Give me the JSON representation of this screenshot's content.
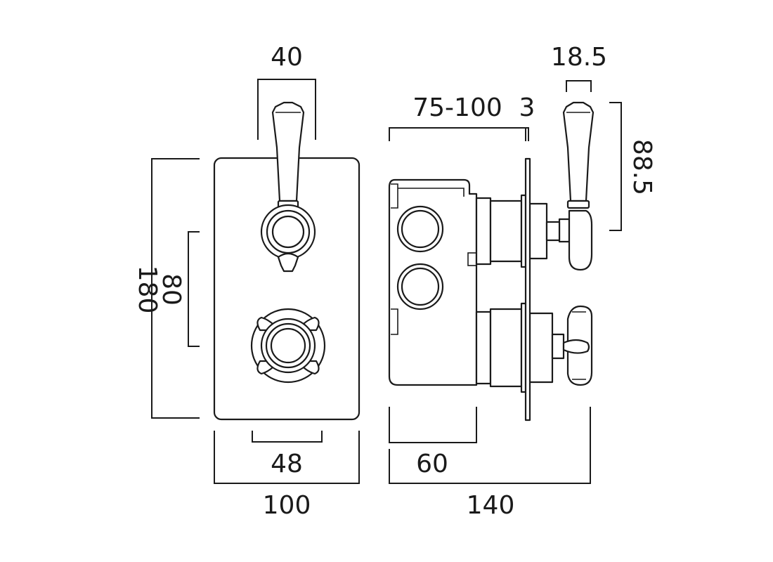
{
  "colors": {
    "stroke": "#1a1a1a",
    "background": "#ffffff"
  },
  "dimensions": {
    "lever_width": "40",
    "plate_height": "180",
    "valve_spacing": "80",
    "handle_spacing": "48",
    "plate_width": "100",
    "wall_depth": "75-100",
    "plate_thickness": "3",
    "body_depth": "60",
    "overall_depth": "140",
    "lever_tip_width": "18.5",
    "lever_height": "88.5"
  }
}
